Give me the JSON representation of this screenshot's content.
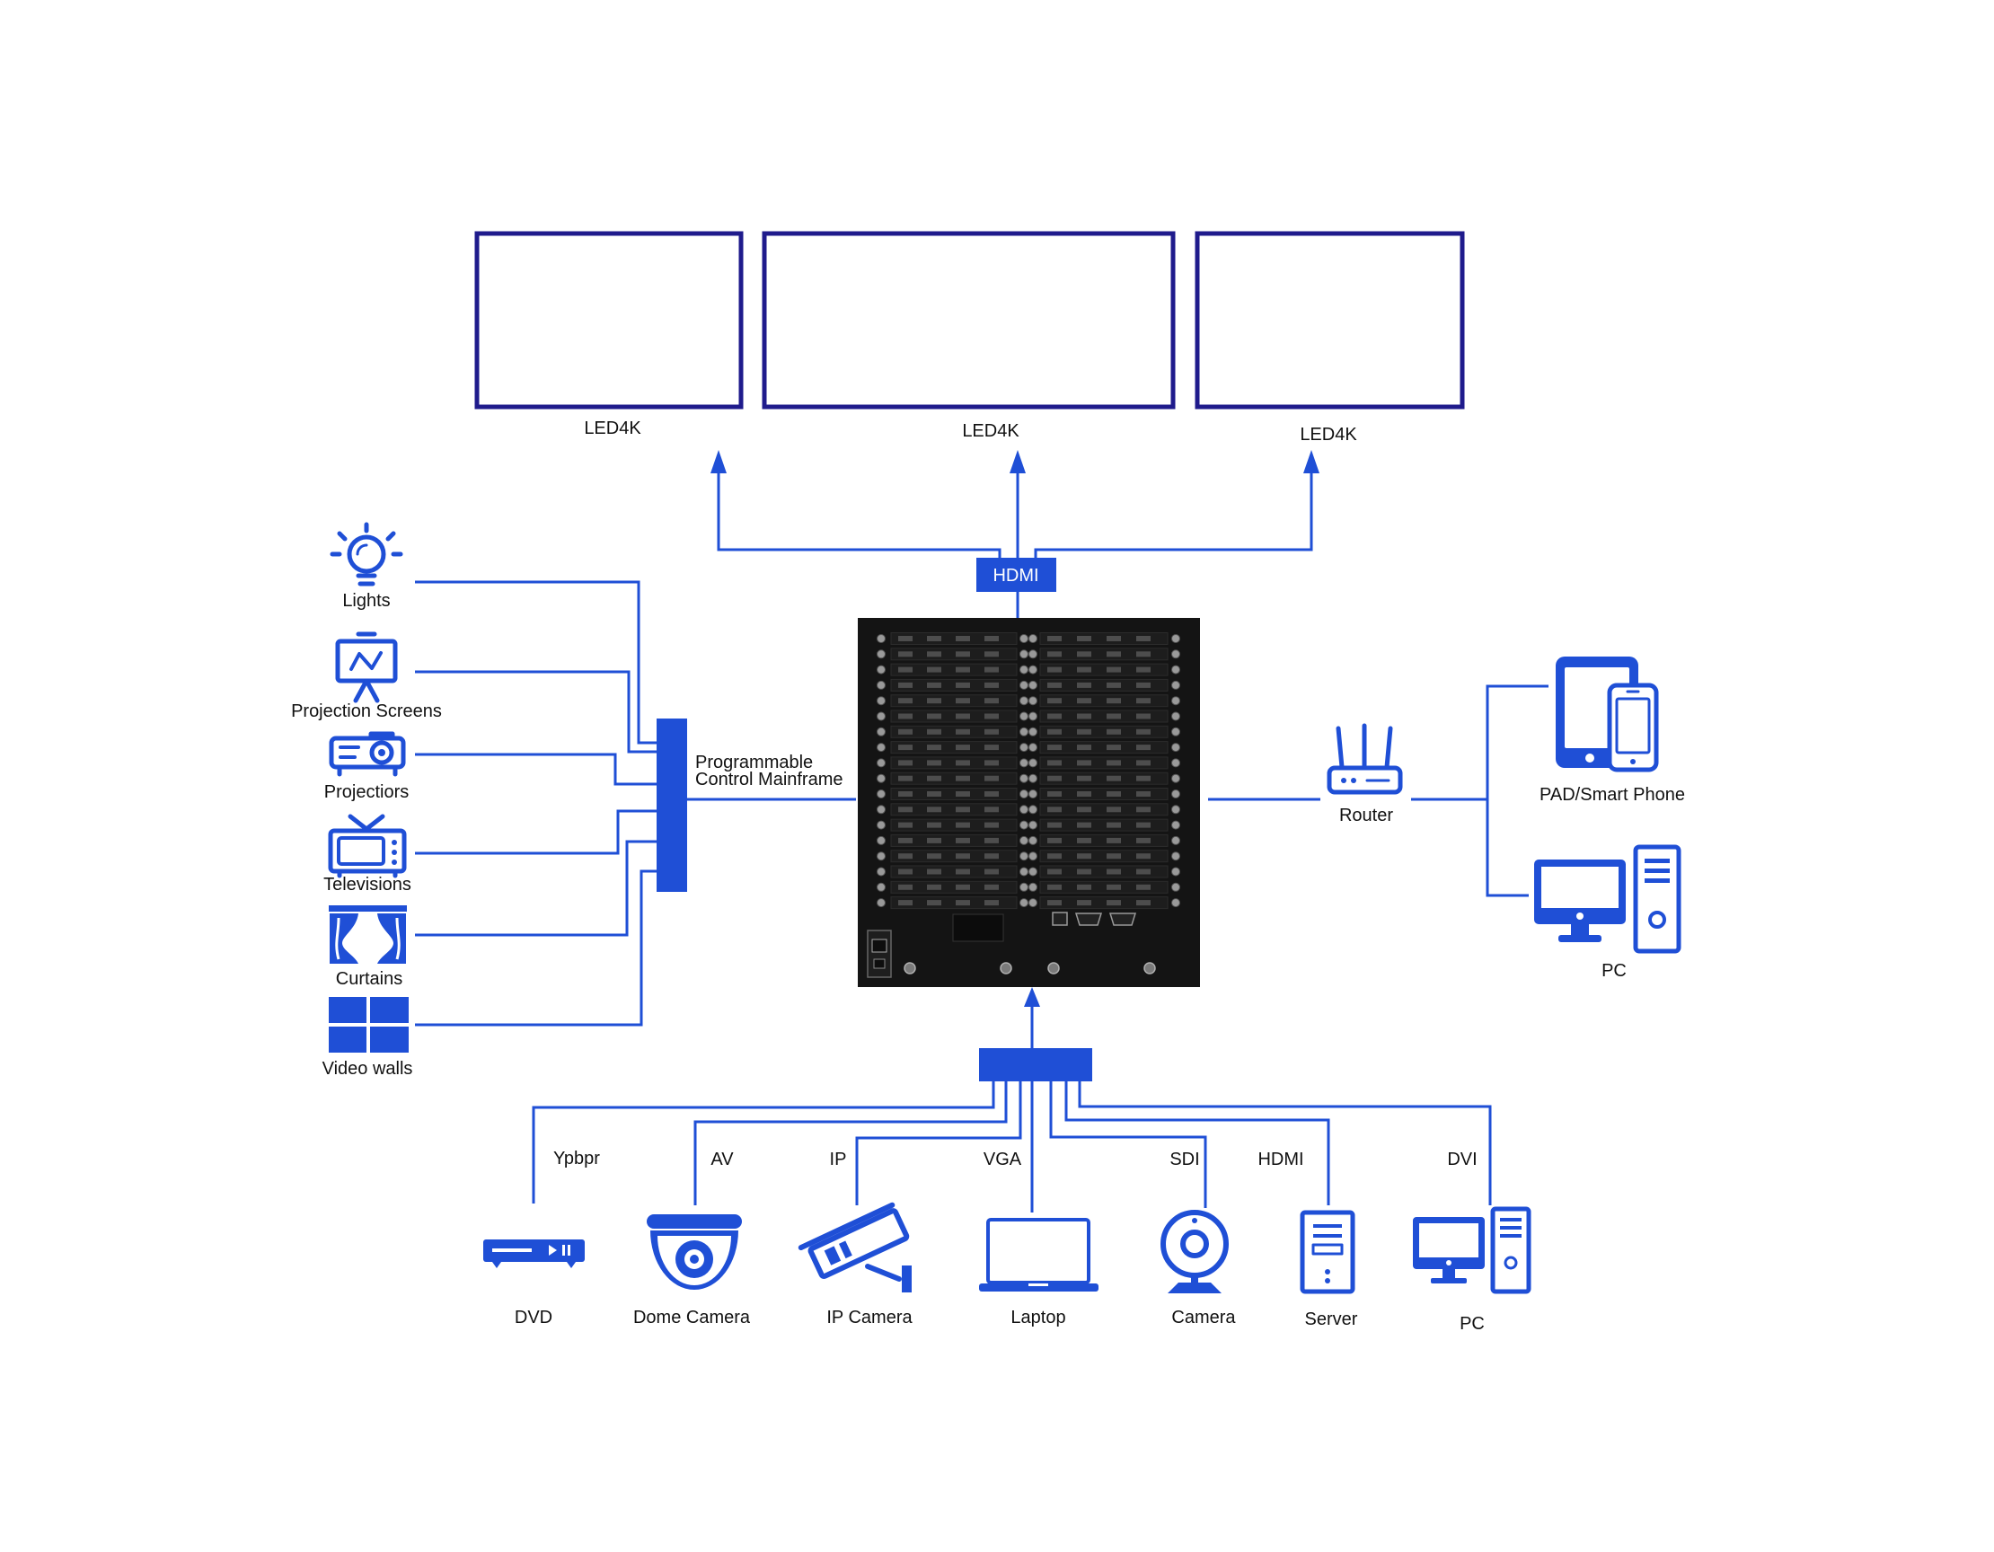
{
  "diagram": {
    "displays": [
      {
        "label": "LED4K"
      },
      {
        "label": "LED4K"
      },
      {
        "label": "LED4K"
      }
    ],
    "output_interface": "HDMI",
    "controller": {
      "line1": "Programmable",
      "line2": "Control Mainframe"
    },
    "controlled_devices": [
      {
        "label": "Lights",
        "icon": "lightbulb-icon"
      },
      {
        "label": "Projection Screens",
        "icon": "projection-screen-icon"
      },
      {
        "label": "Projectiors",
        "icon": "projector-icon"
      },
      {
        "label": "Televisions",
        "icon": "television-icon"
      },
      {
        "label": "Curtains",
        "icon": "curtains-icon"
      },
      {
        "label": "Video walls",
        "icon": "video-wall-icon"
      }
    ],
    "network": {
      "router": "Router",
      "clients": [
        {
          "label": "PAD/Smart Phone",
          "icon": "tablet-phone-icon"
        },
        {
          "label": "PC",
          "icon": "desktop-pc-icon"
        }
      ]
    },
    "input_sources": [
      {
        "interface": "Ypbpr",
        "device": "DVD",
        "icon": "dvd-player-icon"
      },
      {
        "interface": "AV",
        "device": "Dome Camera",
        "icon": "dome-camera-icon"
      },
      {
        "interface": "IP",
        "device": "IP Camera",
        "icon": "ip-camera-icon"
      },
      {
        "interface": "VGA",
        "device": "Laptop",
        "icon": "laptop-icon"
      },
      {
        "interface": "SDI",
        "device": "Camera",
        "icon": "webcam-icon"
      },
      {
        "interface": "HDMI",
        "device": "Server",
        "icon": "server-icon"
      },
      {
        "interface": "DVI",
        "device": "PC",
        "icon": "desktop-pc-icon"
      }
    ]
  },
  "colors": {
    "accent": "#1f4fd6",
    "display_border": "#1f1b8c",
    "mainframe_body": "#141414",
    "background": "#ffffff"
  }
}
